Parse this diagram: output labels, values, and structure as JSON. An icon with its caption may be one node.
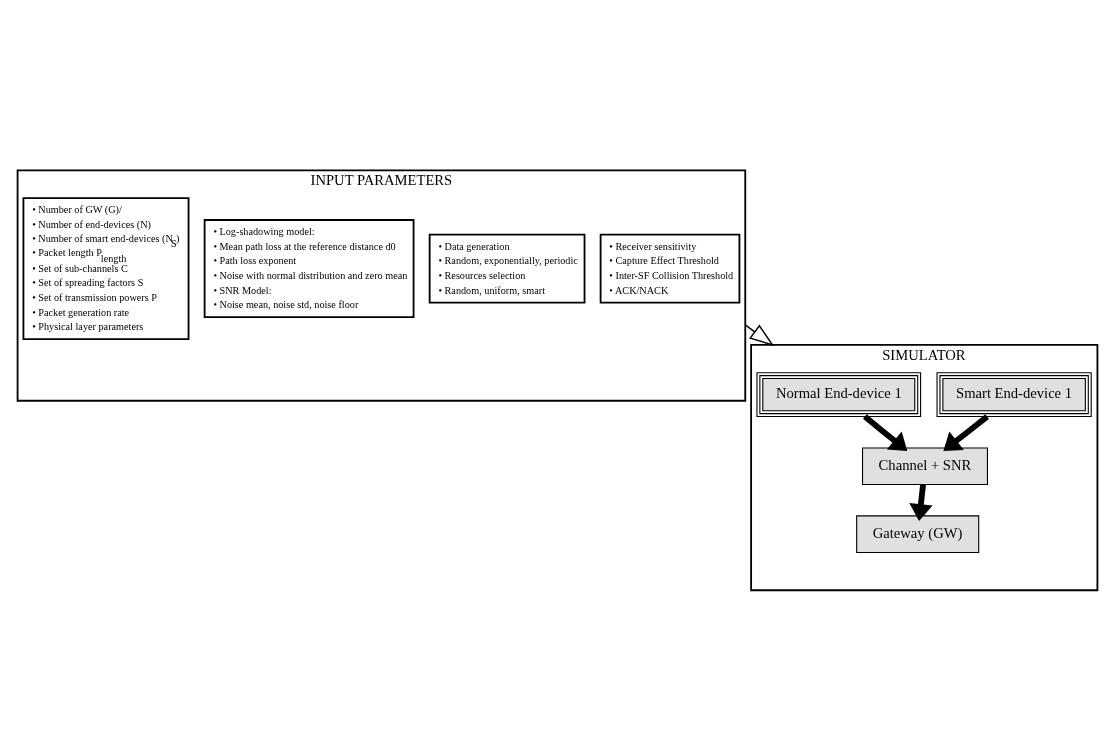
{
  "diagram": {
    "nodes": [
      {
        "text": [
          "INPUT PARAMETERS"
        ]
      },
      {
        "text": [
          "• Number of GW (G)/",
          "• Number of end-devices (N)",
          "• Number of smart end-devices (N$_{S}$)",
          "• Packet length P$_{length}$",
          "• Set of sub-channels C",
          "• Set of spreading factors S",
          "• Set of transmission powers P",
          "• Packet generation rate",
          "• Physical layer parameters"
        ],
        "in": 0
      },
      {
        "text": [
          "• Log-shadowing model:",
          "• Mean path loss at the reference distance d0",
          "• Path loss exponent",
          "• Noise with normal distribution and zero mean",
          "• SNR Model:",
          "• Noise mean, noise std, noise floor"
        ],
        "in": 0
      },
      {
        "text": [
          "• Receiver sensitivity",
          "• Capture Effect Threshold",
          "• Inter-SF Collision Threshold",
          "• ACK/NACK"
        ],
        "in": 0
      },
      {
        "text": [
          "• Data generation",
          "• Random, exponentially, periodic",
          "• Resources selection",
          "• Random, uniform, smart"
        ],
        "in": 0
      },
      {
        "text": [
          "SIMULATOR"
        ]
      },
      {
        "text": [
          "Normal End-device 1"
        ],
        "in": 5
      },
      {
        "text": [
          "Smart End-device 1"
        ],
        "in": 5
      },
      {
        "text": [
          "Channel + SNR"
        ],
        "in": 5
      },
      {
        "text": [
          "Gateway (GW)"
        ],
        "in": 5
      }
    ],
    "edges": [
      {
        "from": 0,
        "to": 5,
        "arrow": "to"
      },
      {
        "from": 6,
        "to": 8,
        "arrow": "to"
      },
      {
        "from": 7,
        "to": 8,
        "arrow": "to"
      },
      {
        "from": 8,
        "to": 9,
        "arrow": "to"
      }
    ]
  }
}
